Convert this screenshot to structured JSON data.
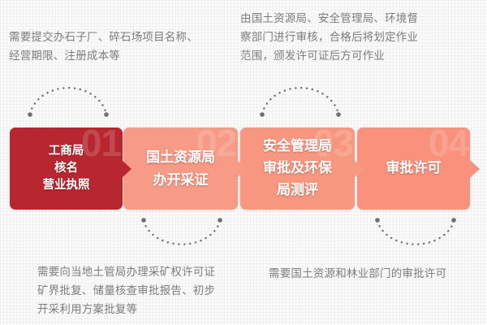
{
  "notes": {
    "step1": [
      "需要提交办石子厂、碎石场项目名称、",
      "经营期限、注册成本等"
    ],
    "step2": [
      "需要向当地土管局办理采矿权许可证",
      "矿界批复、储量核查审批报告、初步",
      "开采利用方案批复等"
    ],
    "step3": [
      "由国土资源局、安全管理局、环境督",
      "察部门进行审核，合格后将划定作业",
      "范围，颁发许可证后方可作业"
    ],
    "step4": [
      "需要国土资源和林业部门的审批许可"
    ]
  },
  "steps": [
    {
      "number": "01",
      "lines": [
        "工商局",
        "核名",
        "营业执照"
      ],
      "color": "#b8272f"
    },
    {
      "number": "02",
      "lines": [
        "国土资源局",
        "办开采证"
      ],
      "color": "#f79a86"
    },
    {
      "number": "03",
      "lines": [
        "安全管理局",
        "审批及环保",
        "局测评"
      ],
      "color": "#f8977f"
    },
    {
      "number": "04",
      "lines": [
        "审批许可"
      ],
      "color": "#f9917c"
    }
  ],
  "connectors": {
    "color": "#6e6e6e",
    "icon": "dotted-arc"
  }
}
